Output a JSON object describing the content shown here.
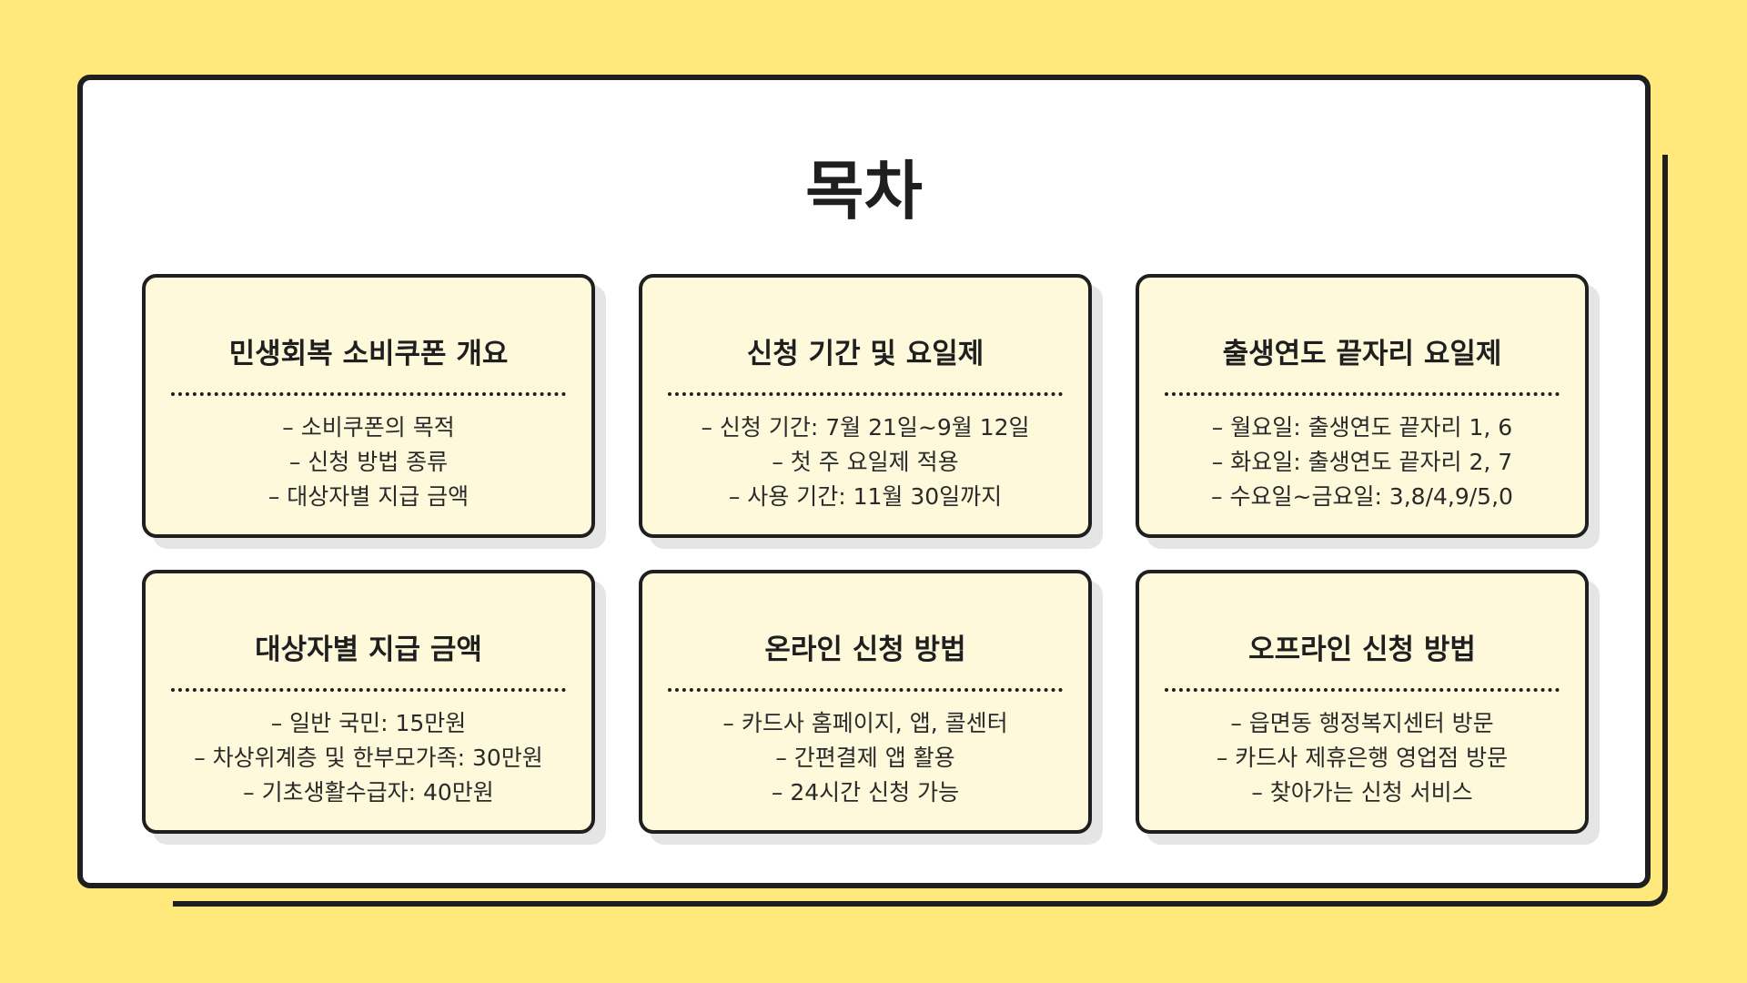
{
  "title": "목차",
  "cards": [
    {
      "title": "민생회복 소비쿠폰 개요",
      "items": [
        "– 소비쿠폰의 목적",
        "– 신청 방법 종류",
        "– 대상자별 지급 금액"
      ]
    },
    {
      "title": "신청 기간 및 요일제",
      "items": [
        "– 신청 기간: 7월 21일~9월 12일",
        "– 첫 주 요일제 적용",
        "– 사용 기간: 11월 30일까지"
      ]
    },
    {
      "title": "출생연도 끝자리 요일제",
      "items": [
        "– 월요일: 출생연도 끝자리 1, 6",
        "– 화요일: 출생연도 끝자리 2, 7",
        "– 수요일~금요일: 3,8/4,9/5,0"
      ]
    },
    {
      "title": "대상자별 지급 금액",
      "items": [
        "– 일반 국민: 15만원",
        "– 차상위계층 및 한부모가족: 30만원",
        "– 기초생활수급자: 40만원"
      ]
    },
    {
      "title": "온라인 신청 방법",
      "items": [
        "– 카드사 홈페이지, 앱, 콜센터",
        "– 간편결제 앱 활용",
        "– 24시간 신청 가능"
      ]
    },
    {
      "title": "오프라인 신청 방법",
      "items": [
        "– 읍면동 행정복지센터 방문",
        "– 카드사 제휴은행 영업점 방문",
        "– 찾아가는 신청 서비스"
      ]
    }
  ]
}
